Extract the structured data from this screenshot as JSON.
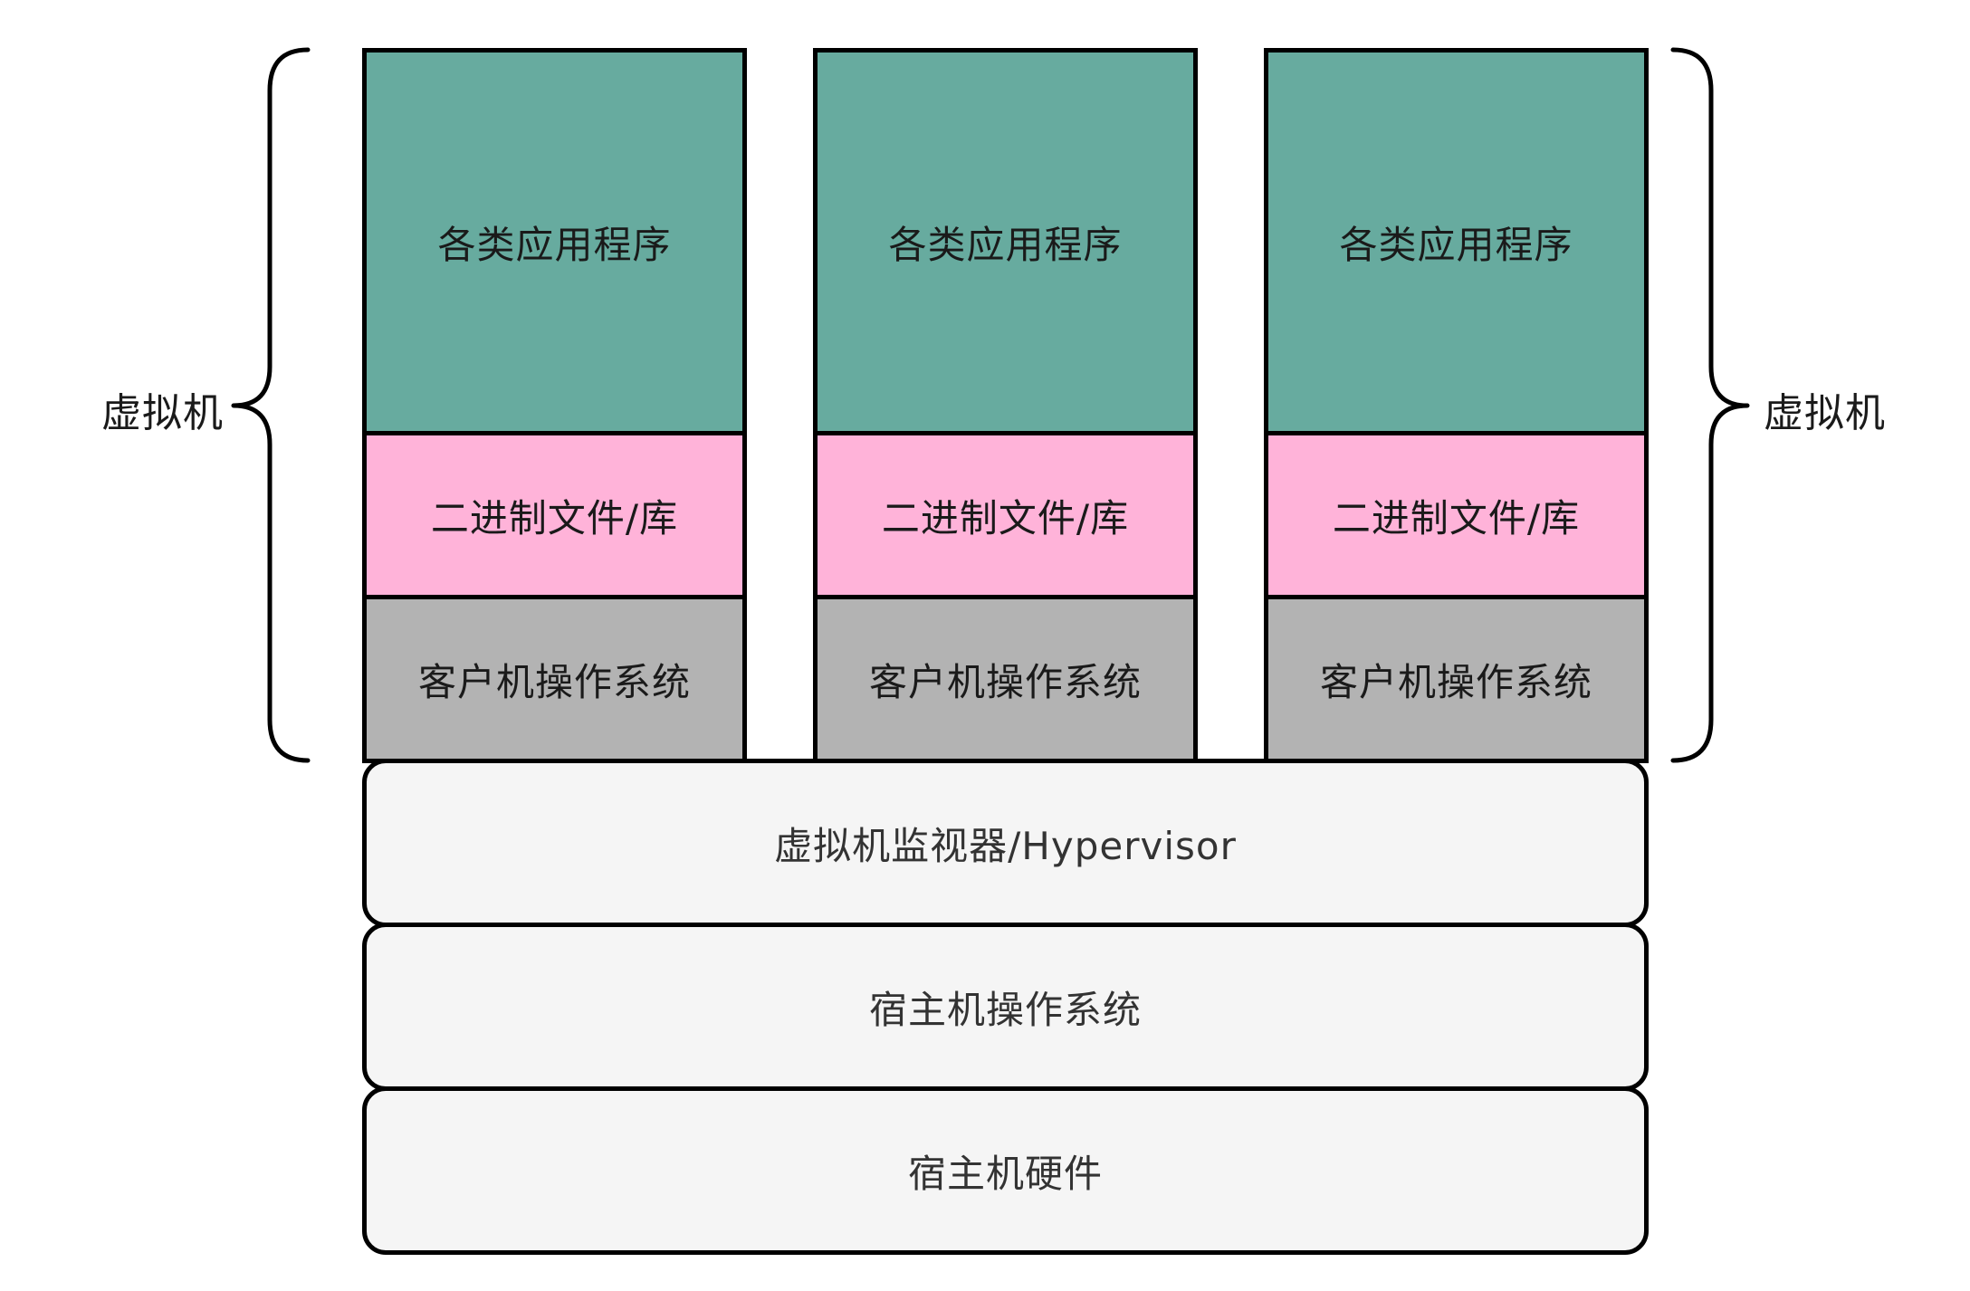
{
  "diagram": {
    "vm_label_left": "虚拟机",
    "vm_label_right": "虚拟机",
    "vms": [
      {
        "app": "各类应用程序",
        "binaries": "二进制文件/库",
        "guest_os": "客户机操作系统"
      },
      {
        "app": "各类应用程序",
        "binaries": "二进制文件/库",
        "guest_os": "客户机操作系统"
      },
      {
        "app": "各类应用程序",
        "binaries": "二进制文件/库",
        "guest_os": "客户机操作系统"
      }
    ],
    "hypervisor": "虚拟机监视器/Hypervisor",
    "host_os": "宿主机操作系统",
    "host_hardware": "宿主机硬件",
    "colors": {
      "app": "#67ab9f",
      "binaries": "#ffb3d9",
      "guest_os": "#b3b3b3",
      "host_layers": "#f5f5f5",
      "border": "#000000"
    }
  }
}
